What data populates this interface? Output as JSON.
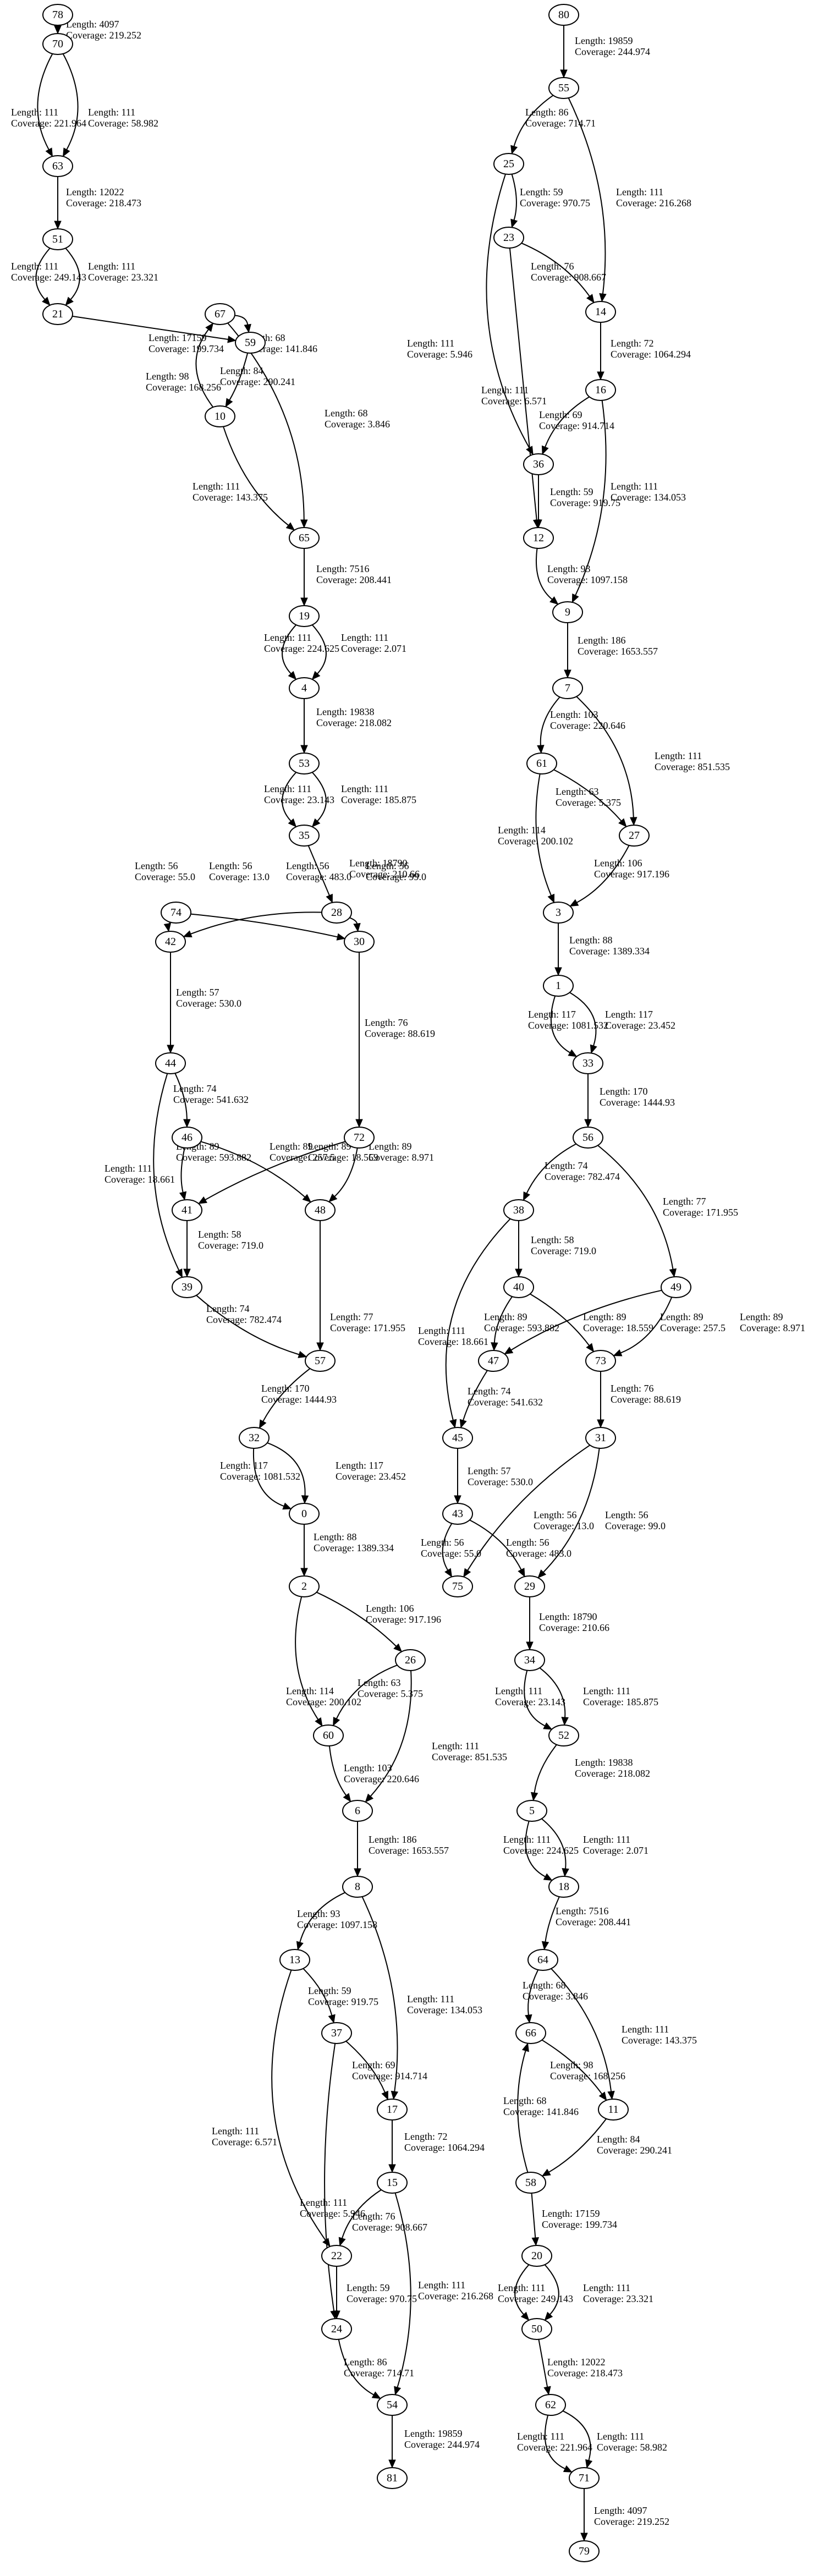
{
  "nodes": [
    "78",
    "70",
    "63",
    "51",
    "21",
    "67",
    "59",
    "10",
    "65",
    "19",
    "4",
    "53",
    "35",
    "28",
    "74",
    "42",
    "30",
    "44",
    "46",
    "72",
    "41",
    "48",
    "39",
    "57",
    "32",
    "0",
    "2",
    "26",
    "60",
    "6",
    "8",
    "13",
    "37",
    "17",
    "15",
    "22",
    "24",
    "54",
    "81",
    "80",
    "55",
    "25",
    "23",
    "14",
    "16",
    "36",
    "12",
    "9",
    "7",
    "61",
    "27",
    "3",
    "1",
    "33",
    "56",
    "38",
    "49",
    "40",
    "47",
    "73",
    "31",
    "45",
    "43",
    "75",
    "29",
    "34",
    "52",
    "5",
    "18",
    "64",
    "66",
    "11",
    "58",
    "20",
    "50",
    "62",
    "71",
    "79"
  ],
  "edges": [
    {
      "id": "78-70",
      "length": "Length: 4097",
      "coverage": "Coverage: 219.252"
    },
    {
      "id": "70-63a",
      "length": "Length: 111",
      "coverage": "Coverage: 221.964"
    },
    {
      "id": "70-63b",
      "length": "Length: 111",
      "coverage": "Coverage: 58.982"
    },
    {
      "id": "63-51",
      "length": "Length: 12022",
      "coverage": "Coverage: 218.473"
    },
    {
      "id": "51-21a",
      "length": "Length: 111",
      "coverage": "Coverage: 249.143"
    },
    {
      "id": "51-21b",
      "length": "Length: 111",
      "coverage": "Coverage: 23.321"
    },
    {
      "id": "21-59",
      "length": "Length: 17159",
      "coverage": "Coverage: 199.734"
    },
    {
      "id": "67-59",
      "length": "Length: 68",
      "coverage": "Coverage: 141.846"
    },
    {
      "id": "67-65",
      "length": "Length: 68",
      "coverage": "Coverage: 3.846"
    },
    {
      "id": "10-67",
      "length": "Length: 98",
      "coverage": "Coverage: 168.256"
    },
    {
      "id": "59-10",
      "length": "Length: 84",
      "coverage": "Coverage: 290.241"
    },
    {
      "id": "10-65",
      "length": "Length: 111",
      "coverage": "Coverage: 143.375"
    },
    {
      "id": "65-19",
      "length": "Length: 7516",
      "coverage": "Coverage: 208.441"
    },
    {
      "id": "19-4a",
      "length": "Length: 111",
      "coverage": "Coverage: 224.625"
    },
    {
      "id": "19-4b",
      "length": "Length: 111",
      "coverage": "Coverage: 2.071"
    },
    {
      "id": "4-53",
      "length": "Length: 19838",
      "coverage": "Coverage: 218.082"
    },
    {
      "id": "53-35a",
      "length": "Length: 111",
      "coverage": "Coverage: 23.143"
    },
    {
      "id": "53-35b",
      "length": "Length: 111",
      "coverage": "Coverage: 185.875"
    },
    {
      "id": "35-28",
      "length": "Length: 18790",
      "coverage": "Coverage: 210.66"
    },
    {
      "id": "74-42",
      "length": "Length: 56",
      "coverage": "Coverage: 55.0"
    },
    {
      "id": "74-30",
      "length": "Length: 56",
      "coverage": "Coverage: 13.0"
    },
    {
      "id": "28-42",
      "length": "Length: 56",
      "coverage": "Coverage: 483.0"
    },
    {
      "id": "28-30",
      "length": "Length: 56",
      "coverage": "Coverage: 99.0"
    },
    {
      "id": "42-44",
      "length": "Length: 57",
      "coverage": "Coverage: 530.0"
    },
    {
      "id": "30-72",
      "length": "Length: 76",
      "coverage": "Coverage: 88.619"
    },
    {
      "id": "44-46",
      "length": "Length: 74",
      "coverage": "Coverage: 541.632"
    },
    {
      "id": "44-39",
      "length": "Length: 111",
      "coverage": "Coverage: 18.661"
    },
    {
      "id": "46-41",
      "length": "Length: 89",
      "coverage": "Coverage: 593.882"
    },
    {
      "id": "46-48",
      "length": "Length: 89",
      "coverage": "Coverage: 257.5"
    },
    {
      "id": "72-41",
      "length": "Length: 89",
      "coverage": "Coverage: 18.559"
    },
    {
      "id": "72-48",
      "length": "Length: 89",
      "coverage": "Coverage: 8.971"
    },
    {
      "id": "41-39",
      "length": "Length: 58",
      "coverage": "Coverage: 719.0"
    },
    {
      "id": "48-57",
      "length": "Length: 77",
      "coverage": "Coverage: 171.955"
    },
    {
      "id": "39-57",
      "length": "Length: 74",
      "coverage": "Coverage: 782.474"
    },
    {
      "id": "57-32",
      "length": "Length: 170",
      "coverage": "Coverage: 1444.93"
    },
    {
      "id": "32-0a",
      "length": "Length: 117",
      "coverage": "Coverage: 1081.532"
    },
    {
      "id": "32-0b",
      "length": "Length: 117",
      "coverage": "Coverage: 23.452"
    },
    {
      "id": "0-2",
      "length": "Length: 88",
      "coverage": "Coverage: 1389.334"
    },
    {
      "id": "2-26",
      "length": "Length: 106",
      "coverage": "Coverage: 917.196"
    },
    {
      "id": "2-60",
      "length": "Length: 114",
      "coverage": "Coverage: 200.102"
    },
    {
      "id": "26-60",
      "length": "Length: 63",
      "coverage": "Coverage: 5.375"
    },
    {
      "id": "26-6",
      "length": "Length: 111",
      "coverage": "Coverage: 851.535"
    },
    {
      "id": "60-6",
      "length": "Length: 103",
      "coverage": "Coverage: 220.646"
    },
    {
      "id": "6-8",
      "length": "Length: 186",
      "coverage": "Coverage: 1653.557"
    },
    {
      "id": "8-13",
      "length": "Length: 93",
      "coverage": "Coverage: 1097.158"
    },
    {
      "id": "8-17",
      "length": "Length: 111",
      "coverage": "Coverage: 134.053"
    },
    {
      "id": "13-37",
      "length": "Length: 59",
      "coverage": "Coverage: 919.75"
    },
    {
      "id": "13-22",
      "length": "Length: 111",
      "coverage": "Coverage: 6.571"
    },
    {
      "id": "37-17",
      "length": "Length: 69",
      "coverage": "Coverage: 914.714"
    },
    {
      "id": "37-24",
      "length": "Length: 111",
      "coverage": "Coverage: 5.946"
    },
    {
      "id": "17-15",
      "length": "Length: 72",
      "coverage": "Coverage: 1064.294"
    },
    {
      "id": "15-22",
      "length": "Length: 76",
      "coverage": "Coverage: 908.667"
    },
    {
      "id": "15-54",
      "length": "Length: 111",
      "coverage": "Coverage: 216.268"
    },
    {
      "id": "22-24",
      "length": "Length: 59",
      "coverage": "Coverage: 970.75"
    },
    {
      "id": "24-54",
      "length": "Length: 86",
      "coverage": "Coverage: 714.71"
    },
    {
      "id": "54-81",
      "length": "Length: 19859",
      "coverage": "Coverage: 244.974"
    },
    {
      "id": "80-55",
      "length": "Length: 19859",
      "coverage": "Coverage: 244.974"
    },
    {
      "id": "55-25",
      "length": "Length: 86",
      "coverage": "Coverage: 714.71"
    },
    {
      "id": "55-14",
      "length": "Length: 111",
      "coverage": "Coverage: 216.268"
    },
    {
      "id": "25-23",
      "length": "Length: 59",
      "coverage": "Coverage: 970.75"
    },
    {
      "id": "25-36",
      "length": "Length: 111",
      "coverage": "Coverage: 5.946"
    },
    {
      "id": "23-14",
      "length": "Length: 76",
      "coverage": "Coverage: 908.667"
    },
    {
      "id": "23-12",
      "length": "Length: 111",
      "coverage": "Coverage: 6.571"
    },
    {
      "id": "14-16",
      "length": "Length: 72",
      "coverage": "Coverage: 1064.294"
    },
    {
      "id": "16-36",
      "length": "Length: 69",
      "coverage": "Coverage: 914.714"
    },
    {
      "id": "16-9",
      "length": "Length: 111",
      "coverage": "Coverage: 134.053"
    },
    {
      "id": "36-12",
      "length": "Length: 59",
      "coverage": "Coverage: 919.75"
    },
    {
      "id": "12-9",
      "length": "Length: 93",
      "coverage": "Coverage: 1097.158"
    },
    {
      "id": "9-7",
      "length": "Length: 186",
      "coverage": "Coverage: 1653.557"
    },
    {
      "id": "7-61",
      "length": "Length: 103",
      "coverage": "Coverage: 220.646"
    },
    {
      "id": "7-27",
      "length": "Length: 111",
      "coverage": "Coverage: 851.535"
    },
    {
      "id": "61-27",
      "length": "Length: 63",
      "coverage": "Coverage: 5.375"
    },
    {
      "id": "61-3",
      "length": "Length: 114",
      "coverage": "Coverage: 200.102"
    },
    {
      "id": "27-3",
      "length": "Length: 106",
      "coverage": "Coverage: 917.196"
    },
    {
      "id": "3-1",
      "length": "Length: 88",
      "coverage": "Coverage: 1389.334"
    },
    {
      "id": "1-33a",
      "length": "Length: 117",
      "coverage": "Coverage: 1081.532"
    },
    {
      "id": "1-33b",
      "length": "Length: 117",
      "coverage": "Coverage: 23.452"
    },
    {
      "id": "33-56",
      "length": "Length: 170",
      "coverage": "Coverage: 1444.93"
    },
    {
      "id": "56-38",
      "length": "Length: 74",
      "coverage": "Coverage: 782.474"
    },
    {
      "id": "56-49",
      "length": "Length: 77",
      "coverage": "Coverage: 171.955"
    },
    {
      "id": "38-40",
      "length": "Length: 58",
      "coverage": "Coverage: 719.0"
    },
    {
      "id": "38-45",
      "length": "Length: 111",
      "coverage": "Coverage: 18.661"
    },
    {
      "id": "40-47",
      "length": "Length: 89",
      "coverage": "Coverage: 593.882"
    },
    {
      "id": "40-73",
      "length": "Length: 89",
      "coverage": "Coverage: 18.559"
    },
    {
      "id": "49-47",
      "length": "Length: 89",
      "coverage": "Coverage: 257.5"
    },
    {
      "id": "49-73",
      "length": "Length: 89",
      "coverage": "Coverage: 8.971"
    },
    {
      "id": "47-45",
      "length": "Length: 74",
      "coverage": "Coverage: 541.632"
    },
    {
      "id": "73-31",
      "length": "Length: 76",
      "coverage": "Coverage: 88.619"
    },
    {
      "id": "45-43",
      "length": "Length: 57",
      "coverage": "Coverage: 530.0"
    },
    {
      "id": "31-75",
      "length": "Length: 56",
      "coverage": "Coverage: 13.0"
    },
    {
      "id": "31-29",
      "length": "Length: 56",
      "coverage": "Coverage: 99.0"
    },
    {
      "id": "43-75",
      "length": "Length: 56",
      "coverage": "Coverage: 55.0"
    },
    {
      "id": "43-29",
      "length": "Length: 56",
      "coverage": "Coverage: 483.0"
    },
    {
      "id": "29-34",
      "length": "Length: 18790",
      "coverage": "Coverage: 210.66"
    },
    {
      "id": "34-52a",
      "length": "Length: 111",
      "coverage": "Coverage: 23.143"
    },
    {
      "id": "34-52b",
      "length": "Length: 111",
      "coverage": "Coverage: 185.875"
    },
    {
      "id": "52-5",
      "length": "Length: 19838",
      "coverage": "Coverage: 218.082"
    },
    {
      "id": "5-18a",
      "length": "Length: 111",
      "coverage": "Coverage: 224.625"
    },
    {
      "id": "5-18b",
      "length": "Length: 111",
      "coverage": "Coverage: 2.071"
    },
    {
      "id": "18-64",
      "length": "Length: 7516",
      "coverage": "Coverage: 208.441"
    },
    {
      "id": "64-66",
      "length": "Length: 68",
      "coverage": "Coverage: 3.846"
    },
    {
      "id": "64-11",
      "length": "Length: 111",
      "coverage": "Coverage: 143.375"
    },
    {
      "id": "66-11",
      "length": "Length: 98",
      "coverage": "Coverage: 168.256"
    },
    {
      "id": "58-66",
      "length": "Length: 68",
      "coverage": "Coverage: 141.846"
    },
    {
      "id": "11-58",
      "length": "Length: 84",
      "coverage": "Coverage: 290.241"
    },
    {
      "id": "58-20",
      "length": "Length: 17159",
      "coverage": "Coverage: 199.734"
    },
    {
      "id": "20-50a",
      "length": "Length: 111",
      "coverage": "Coverage: 249.143"
    },
    {
      "id": "20-50b",
      "length": "Length: 111",
      "coverage": "Coverage: 23.321"
    },
    {
      "id": "50-62",
      "length": "Length: 12022",
      "coverage": "Coverage: 218.473"
    },
    {
      "id": "62-71a",
      "length": "Length: 111",
      "coverage": "Coverage: 221.964"
    },
    {
      "id": "62-71b",
      "length": "Length: 111",
      "coverage": "Coverage: 58.982"
    },
    {
      "id": "71-79",
      "length": "Length: 4097",
      "coverage": "Coverage: 219.252"
    }
  ]
}
